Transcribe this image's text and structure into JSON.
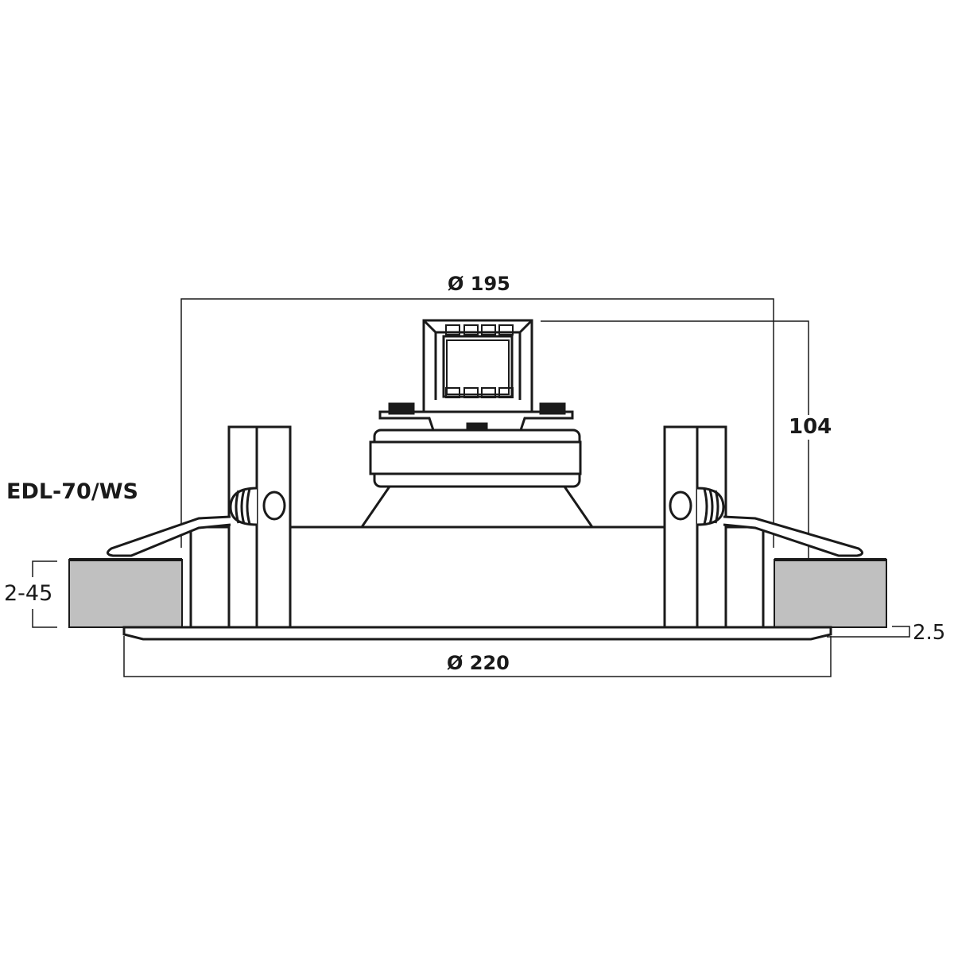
{
  "diagram": {
    "model": "EDL-70/WS",
    "dimensions": {
      "top_diameter": "Ø 195",
      "bottom_diameter": "Ø 220",
      "height": "104",
      "ceiling_thickness": "2-45",
      "flange_thickness": "2.5"
    },
    "colors": {
      "line": "#1a1a1a",
      "ceiling_fill": "#c0c0c0",
      "background": "#ffffff"
    }
  }
}
